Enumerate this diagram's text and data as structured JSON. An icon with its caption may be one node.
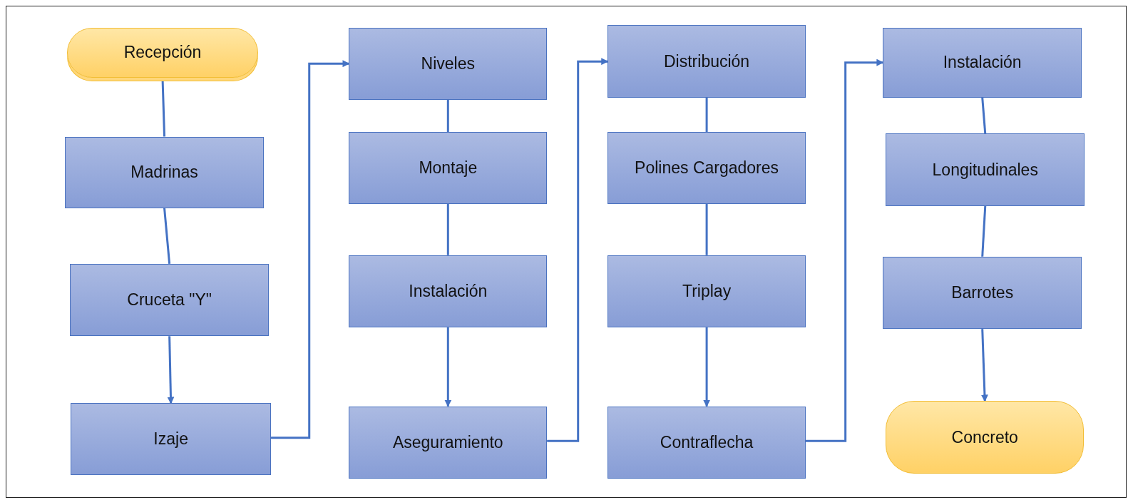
{
  "diagram": {
    "nodes": [
      {
        "text": [
          "Recepción"
        ]
      },
      {
        "text": [
          "Madrinas"
        ]
      },
      {
        "text": [
          "Cruceta \"Y\""
        ]
      },
      {
        "text": [
          "Izaje"
        ]
      },
      {
        "text": [
          "Niveles"
        ]
      },
      {
        "text": [
          "Montaje"
        ]
      },
      {
        "text": [
          "Instalación"
        ]
      },
      {
        "text": [
          "Aseguramiento"
        ]
      },
      {
        "text": [
          "Distribución"
        ]
      },
      {
        "text": [
          "Polines Cargadores"
        ]
      },
      {
        "text": [
          "Triplay"
        ]
      },
      {
        "text": [
          "Contraflecha"
        ]
      },
      {
        "text": [
          "Instalación"
        ]
      },
      {
        "text": [
          "Longitudinales"
        ]
      },
      {
        "text": [
          "Barrotes"
        ]
      },
      {
        "text": [
          "Concreto"
        ]
      }
    ],
    "edges": [
      {
        "from": 0,
        "to": 1,
        "arrow": "none"
      },
      {
        "from": 1,
        "to": 2,
        "arrow": "none"
      },
      {
        "from": 2,
        "to": 3,
        "arrow": "to"
      },
      {
        "from": 3,
        "to": 4,
        "arrow": "to"
      },
      {
        "from": 4,
        "to": 5,
        "arrow": "none"
      },
      {
        "from": 5,
        "to": 6,
        "arrow": "none"
      },
      {
        "from": 6,
        "to": 7,
        "arrow": "to"
      },
      {
        "from": 7,
        "to": 8,
        "arrow": "to"
      },
      {
        "from": 8,
        "to": 9,
        "arrow": "none"
      },
      {
        "from": 9,
        "to": 10,
        "arrow": "none"
      },
      {
        "from": 10,
        "to": 11,
        "arrow": "to"
      },
      {
        "from": 11,
        "to": 12,
        "arrow": "to"
      },
      {
        "from": 12,
        "to": 13,
        "arrow": "none"
      },
      {
        "from": 13,
        "to": 14,
        "arrow": "none"
      },
      {
        "from": 14,
        "to": 15,
        "arrow": "to"
      }
    ]
  }
}
